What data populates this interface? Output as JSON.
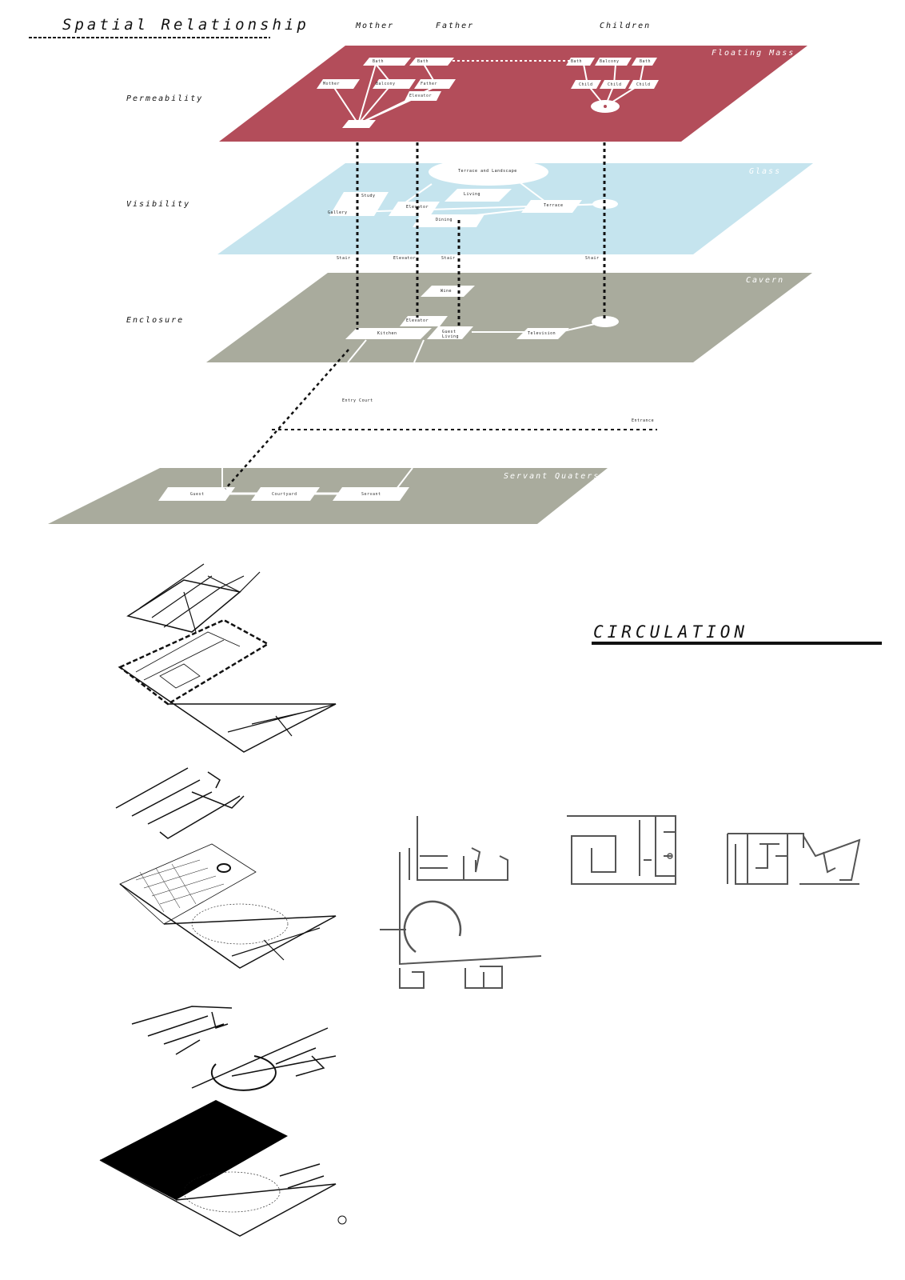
{
  "header": {
    "title": "Spatial Relationship",
    "columns": [
      "Mother",
      "Father",
      "Children"
    ]
  },
  "layers": {
    "permeability": "Permeability",
    "visibility": "Visibility",
    "enclosure": "Enclosure"
  },
  "planes": {
    "floating_mass": "Floating Mass",
    "glass": "Glass",
    "cavern": "Cavern",
    "servant_quarters": "Servant Quaters"
  },
  "rooms": {
    "bath": "Bath",
    "balcony": "Balcony",
    "mother": "Mother",
    "father": "Father",
    "elevator": "Elevator",
    "child": "Child",
    "terrace_landscape": "Terrace and Landscape",
    "living": "Living",
    "study": "Study",
    "gallery": "Gallery",
    "dining": "Dining",
    "terrace": "Terrace",
    "stair": "Stair",
    "wine": "Wine",
    "kitchen": "Kitchen",
    "guest_living": "Guest Living",
    "television": "Television",
    "entry_court": "Entry Court",
    "entrance": "Entrance",
    "guest": "Guest",
    "courtyard": "Courtyard",
    "servant": "Servant"
  },
  "circulation": {
    "title": "CIRCULATION"
  },
  "colors": {
    "floating_mass": "#b34d5a",
    "glass": "#c5e4ee",
    "cavern": "#a9ab9d",
    "line": "#111111"
  }
}
